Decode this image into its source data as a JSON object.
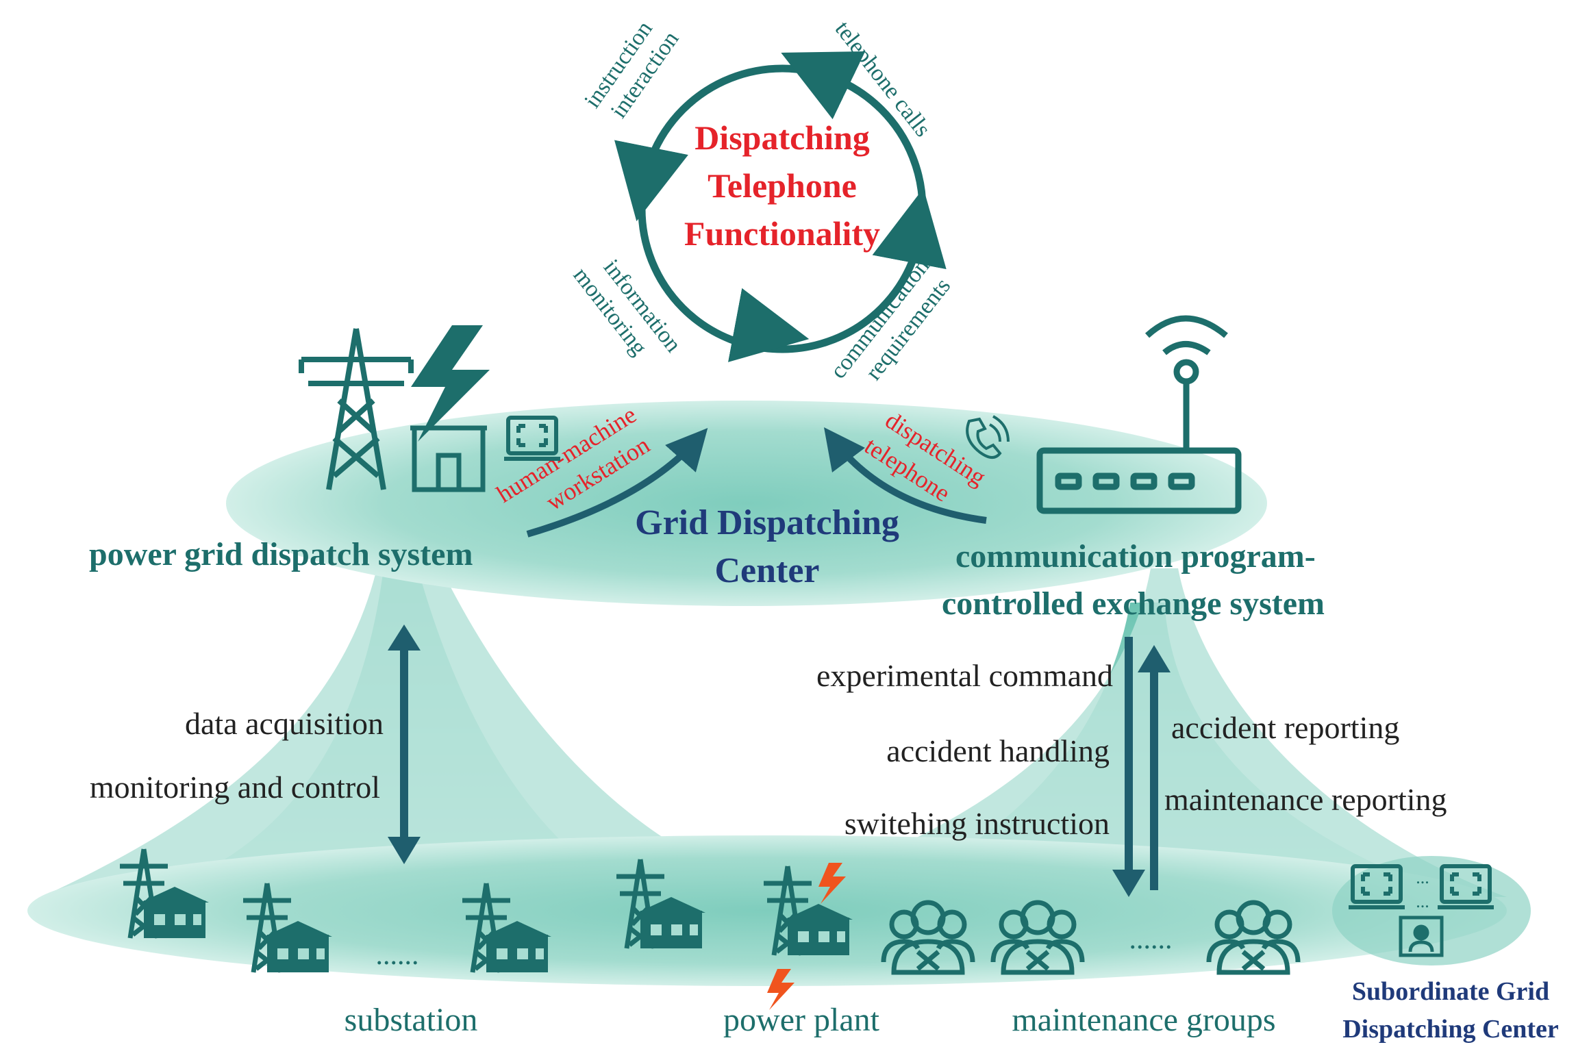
{
  "colors": {
    "teal": "#1d6e6b",
    "teal_light": "#a8ddd2",
    "teal_band": "#8fd3c5",
    "navy": "#1f3a7a",
    "red": "#e5232a",
    "orange": "#f0541e",
    "black": "#222222"
  },
  "cycle": {
    "title_lines": [
      "Dispatching",
      "Telephone",
      "Functionality"
    ],
    "labels": {
      "instruction": [
        "instruction",
        "interaction"
      ],
      "telephone": "telephone calls",
      "communication": [
        "communication",
        "requirements"
      ],
      "information": [
        "information",
        "monitoring"
      ]
    }
  },
  "center": {
    "title_lines": [
      "Grid Dispatching",
      "Center"
    ],
    "human_machine": [
      "human-machine",
      "workstation"
    ],
    "dispatching_telephone": [
      "dispatching",
      "telephone"
    ]
  },
  "left_system": {
    "title": "power grid dispatch system",
    "flows": [
      "data acquisition",
      "monitoring and control"
    ]
  },
  "right_system": {
    "title_lines": [
      "communication program-",
      "controlled exchange system"
    ],
    "down_flows": [
      "experimental command",
      "accident handling",
      "switehing instruction"
    ],
    "up_flows": [
      "accident reporting",
      "maintenance reporting"
    ]
  },
  "bottom": {
    "substation": "substation",
    "power_plant": "power plant",
    "maintenance_groups": "maintenance groups",
    "subordinate_lines": [
      "Subordinate Grid",
      "Dispatching Center"
    ],
    "ellipsis1": "......",
    "ellipsis2": "......",
    "mini_ellipsis": "..."
  }
}
